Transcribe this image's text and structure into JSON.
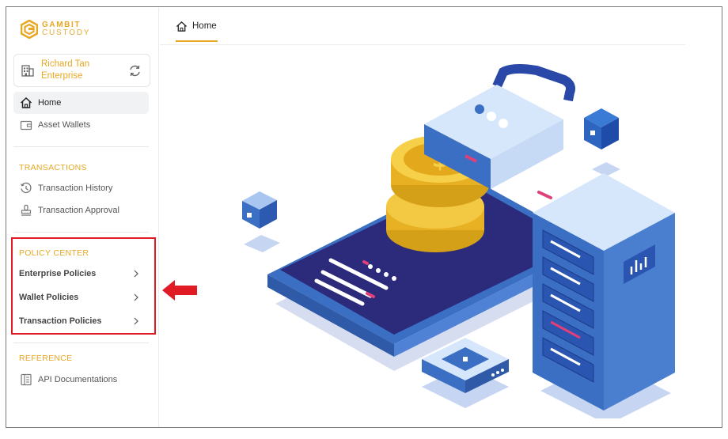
{
  "brand": {
    "line1": "GAMBIT",
    "line2": "CUSTODY"
  },
  "account": {
    "name": "Richard Tan",
    "org": "Enterprise"
  },
  "nav": {
    "home": "Home",
    "asset_wallets": "Asset Wallets",
    "transactions_header": "TRANSACTIONS",
    "transaction_history": "Transaction History",
    "transaction_approval": "Transaction Approval",
    "policy_header": "POLICY CENTER",
    "enterprise_policies": "Enterprise Policies",
    "wallet_policies": "Wallet Policies",
    "transaction_policies": "Transaction Policies",
    "reference_header": "REFERENCE",
    "api_docs": "API Documentations"
  },
  "tabs": {
    "home": "Home"
  },
  "colors": {
    "accent": "#e8a824",
    "highlight": "#e01b24",
    "illustration_primary": "#3b6fc4",
    "illustration_dark": "#2c2a7a"
  }
}
